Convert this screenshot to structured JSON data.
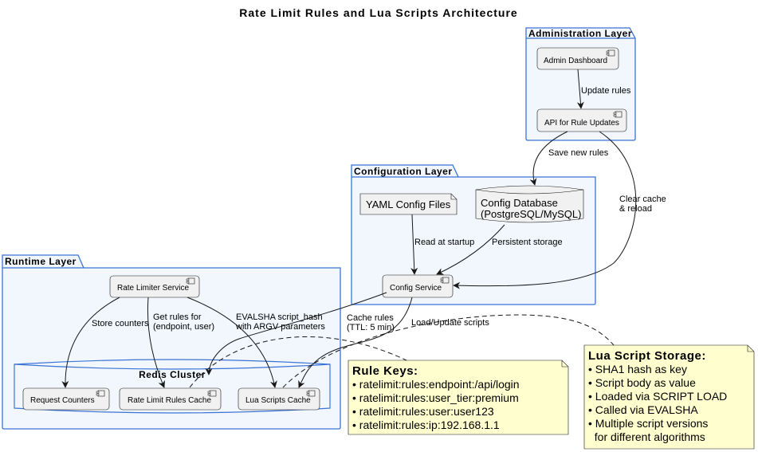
{
  "title": "Rate Limit Rules and Lua Scripts Architecture",
  "packages": {
    "administration": "Administration Layer",
    "configuration": "Configuration Layer",
    "runtime": "Runtime Layer",
    "redis": "Redis Cluster"
  },
  "components": {
    "admin_dashboard": "Admin Dashboard",
    "api_rule_updates": "API for Rule Updates",
    "yaml_config": "YAML Config Files",
    "config_db_line1": "Config Database",
    "config_db_line2": "(PostgreSQL/MySQL)",
    "config_service": "Config Service",
    "rate_limiter_service": "Rate Limiter Service",
    "request_counters": "Request Counters",
    "rules_cache": "Rate Limit Rules Cache",
    "lua_cache": "Lua Scripts Cache"
  },
  "edges": {
    "update_rules": "Update rules",
    "save_new_rules": "Save new rules",
    "clear_cache_1": "Clear cache",
    "clear_cache_2": "& reload",
    "read_at_startup": "Read at startup",
    "persistent_storage": "Persistent storage",
    "store_counters": "Store counters",
    "get_rules_1": "Get rules for",
    "get_rules_2": "(endpoint, user)",
    "evalsha_1": "EVALSHA script_hash",
    "evalsha_2": "with ARGV parameters",
    "cache_rules_1": "Cache rules",
    "cache_rules_2": "(TTL: 5 min)",
    "load_update_scripts": "Load/Update scripts"
  },
  "notes": {
    "rule_keys": {
      "title": "Rule Keys:",
      "items": [
        "• ratelimit:rules:endpoint:/api/login",
        "• ratelimit:rules:user_tier:premium",
        "• ratelimit:rules:user:user123",
        "• ratelimit:rules:ip:192.168.1.1"
      ]
    },
    "lua_storage": {
      "title": "Lua Script Storage:",
      "items": [
        "• SHA1 hash as key",
        "• Script body as value",
        "• Loaded via SCRIPT LOAD",
        "• Called via EVALSHA",
        "• Multiple script versions",
        "  for different algorithms"
      ]
    }
  }
}
